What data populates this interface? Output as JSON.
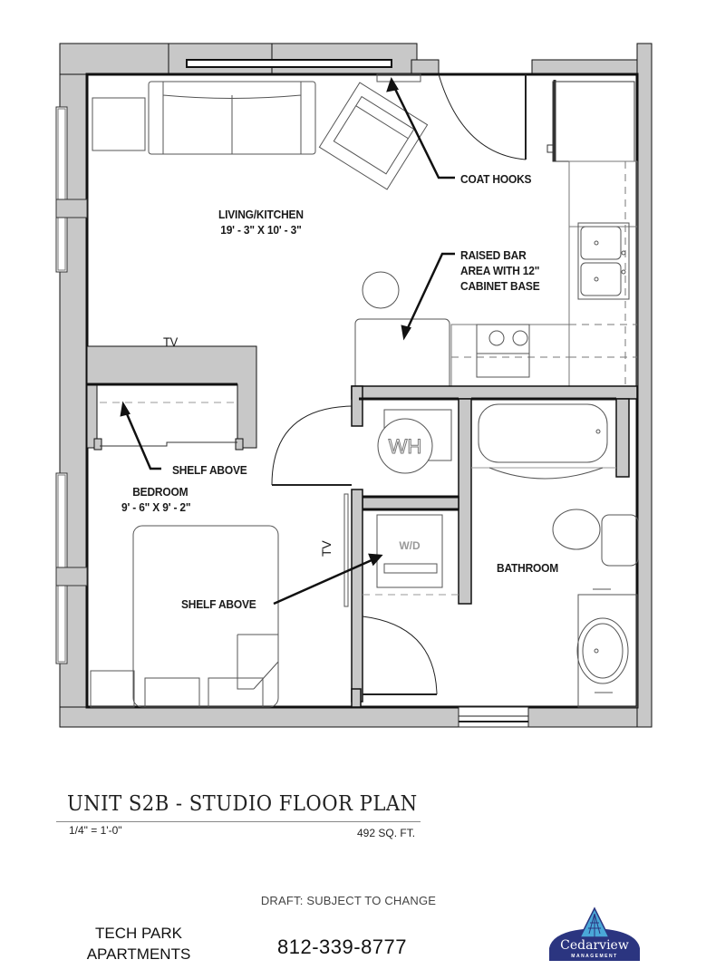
{
  "plan": {
    "rooms": {
      "living": {
        "name": "LIVING/KITCHEN",
        "dims": "19' - 3\" X 10' - 3\""
      },
      "bedroom": {
        "name": "BEDROOM",
        "dims": "9' - 6\" X 9' - 2\""
      },
      "bathroom": {
        "name": "BATHROOM"
      }
    },
    "callouts": {
      "coat_hooks": "COAT HOOKS",
      "raised_bar": [
        "RAISED BAR",
        "AREA WITH 12\"",
        "CABINET BASE"
      ],
      "shelf_closet": "SHELF ABOVE",
      "shelf_wd": "SHELF ABOVE"
    },
    "fixtures": {
      "tv_living": "TV",
      "tv_bedroom": "TV",
      "water_heater": "WH",
      "washer_dryer": "W/D"
    }
  },
  "footer": {
    "title": "UNIT S2B - STUDIO FLOOR PLAN",
    "scale": "1/4\" = 1'-0\"",
    "area": "492 SQ. FT.",
    "draft_note": "DRAFT: SUBJECT TO CHANGE",
    "property_line1": "TECH PARK",
    "property_line2": "APARTMENTS",
    "phone": "812-339-8777",
    "logo_name": "Cedarview",
    "logo_sub": "MANAGEMENT"
  },
  "colors": {
    "wall_fill": "#c8c8c8",
    "wall_line": "#111111",
    "logo_navy": "#2b3580",
    "logo_blue": "#4aa8d8"
  }
}
